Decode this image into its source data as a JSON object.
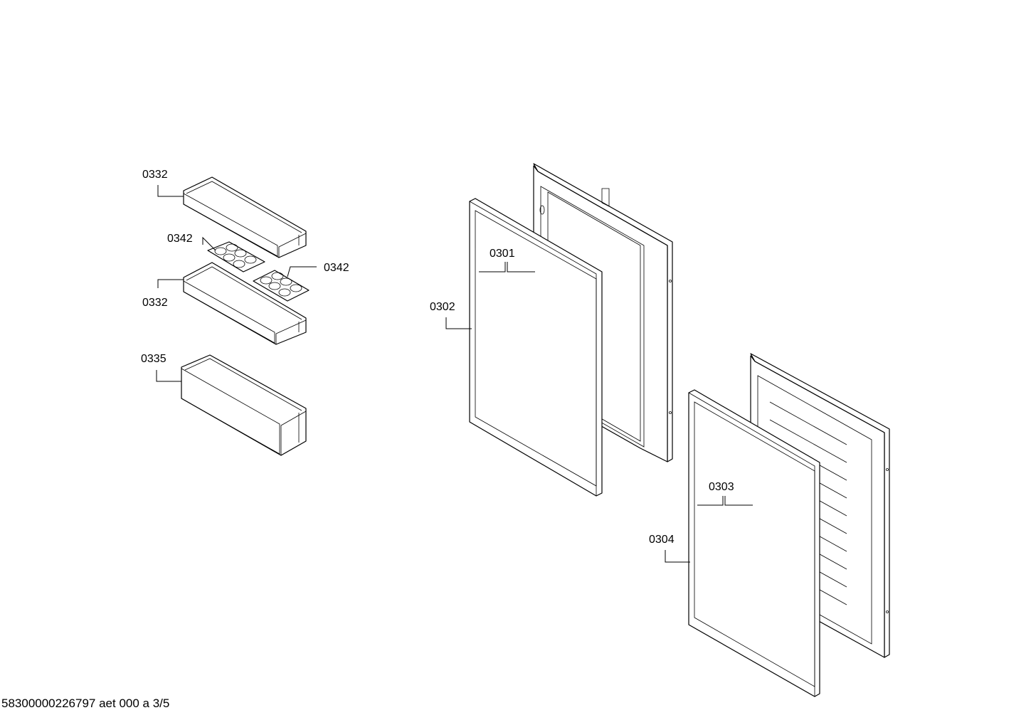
{
  "labels": {
    "p0332_top": "0332",
    "p0342_left": "0342",
    "p0342_right": "0342",
    "p0332_bottom": "0332",
    "p0335": "0335",
    "p0301": "0301",
    "p0302": "0302",
    "p0303": "0303",
    "p0304": "0304"
  },
  "footer": "58300000226797 aet 000 a 3/5",
  "colors": {
    "stroke": "#000000",
    "background": "#ffffff"
  }
}
